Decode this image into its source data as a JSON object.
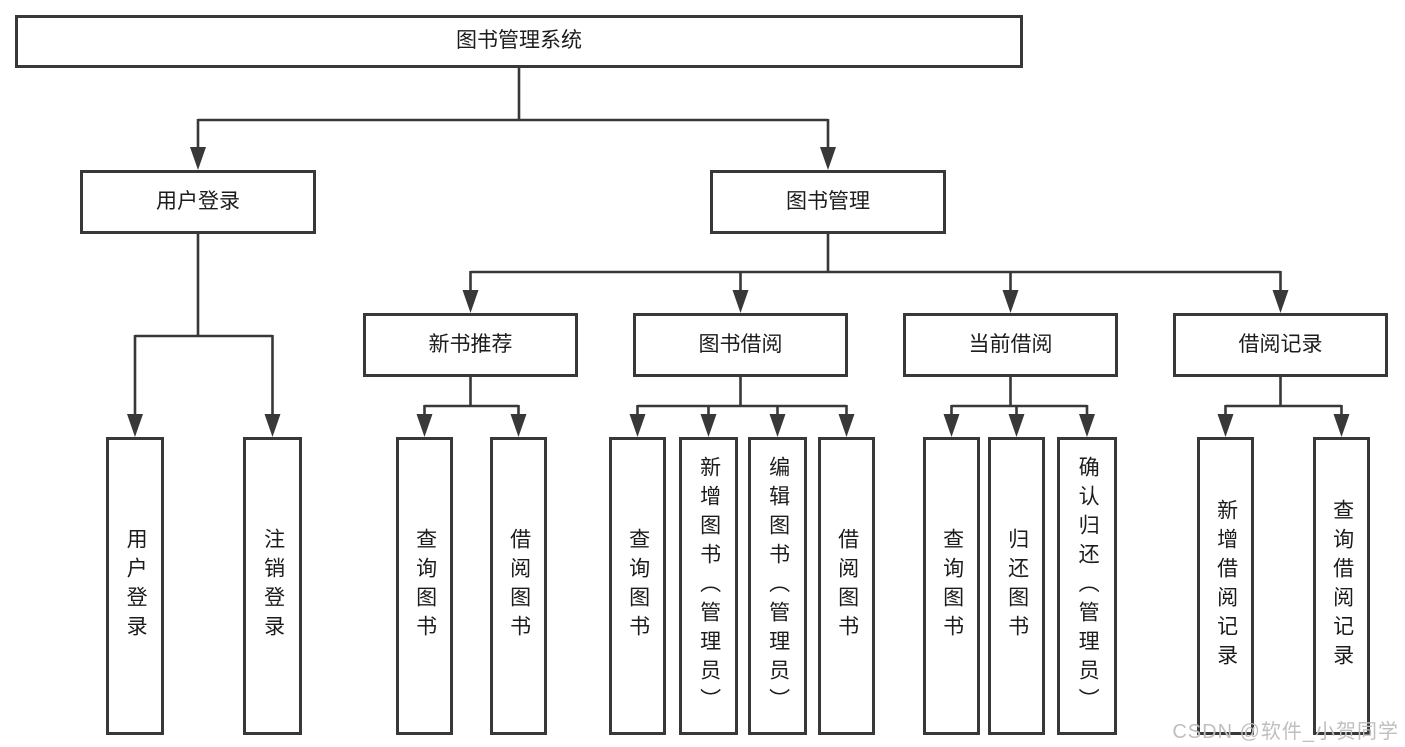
{
  "diagram": {
    "tree": {
      "label": "图书管理系统",
      "children": [
        {
          "label": "用户登录",
          "children": [
            {
              "label": "用户登录"
            },
            {
              "label": "注销登录"
            }
          ]
        },
        {
          "label": "图书管理",
          "children": [
            {
              "label": "新书推荐",
              "children": [
                {
                  "label": "查询图书"
                },
                {
                  "label": "借阅图书"
                }
              ]
            },
            {
              "label": "图书借阅",
              "children": [
                {
                  "label": "查询图书"
                },
                {
                  "label": "新增图书（管理员）"
                },
                {
                  "label": "编辑图书（管理员）"
                },
                {
                  "label": "借阅图书"
                }
              ]
            },
            {
              "label": "当前借阅",
              "children": [
                {
                  "label": "查询图书"
                },
                {
                  "label": "归还图书"
                },
                {
                  "label": "确认归还（管理员）"
                }
              ]
            },
            {
              "label": "借阅记录",
              "children": [
                {
                  "label": "新增借阅记录"
                },
                {
                  "label": "查询借阅记录"
                }
              ]
            }
          ]
        }
      ]
    },
    "watermark": "CSDN @软件_小贺同学",
    "colors": {
      "line": "#383838",
      "box_border": "#383838",
      "box_background": "#ffffff",
      "text": "#1c1c1c",
      "watermark": "#bfbfbf"
    }
  }
}
